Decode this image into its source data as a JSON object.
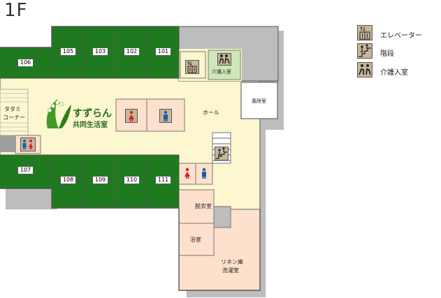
{
  "floor_title": "1F",
  "brand": {
    "name": "すずらん",
    "subtitle": "共同生活室"
  },
  "colors": {
    "room_green": "#1f7a1f",
    "hall_yellow": "#fcf7cf",
    "wet_room": "#fde1cc",
    "shadow_gray": "#bdbdbd",
    "outline": "#666666",
    "care_room": "#cfe6b8",
    "icon_bg": "#c8b69a"
  },
  "rooms": {
    "r101": "101",
    "r102": "102",
    "r103": "103",
    "r105": "105",
    "r106": "106",
    "r107": "107",
    "r108": "108",
    "r109": "109",
    "r110": "110",
    "r111": "111"
  },
  "areas": {
    "hall": "ホール",
    "fire_escape": "風除室",
    "tatami": [
      "タタミ",
      "コーナー"
    ],
    "care_bath_room": "介護入室",
    "changing_room": "脱衣室",
    "bath": "浴室",
    "linen": [
      "リネン庫",
      "洗濯室"
    ]
  },
  "legend": [
    {
      "icon": "elevator-icon",
      "label": "エレベーター"
    },
    {
      "icon": "stairs-icon",
      "label": "階段"
    },
    {
      "icon": "care-room-icon",
      "label": "介護入室"
    }
  ]
}
